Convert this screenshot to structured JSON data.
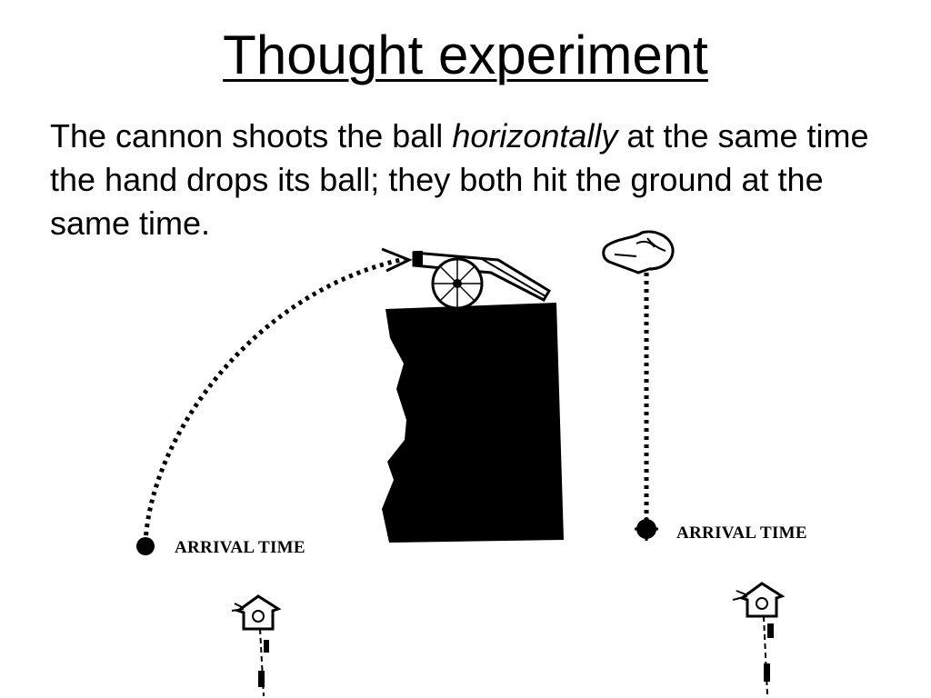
{
  "slide": {
    "title": "Thought experiment",
    "text_part1": "The cannon shoots the ball ",
    "text_emphasis": "horizontally",
    "text_part2": " at the same time the hand drops its ball; they both hit the ground at the same time."
  },
  "diagram": {
    "left_label": "ARRIVAL TIME",
    "right_label": "ARRIVAL TIME",
    "icons": [
      "cannon-icon",
      "hand-icon",
      "cuckoo-clock-icon",
      "cannonball-icon",
      "cliff"
    ]
  }
}
